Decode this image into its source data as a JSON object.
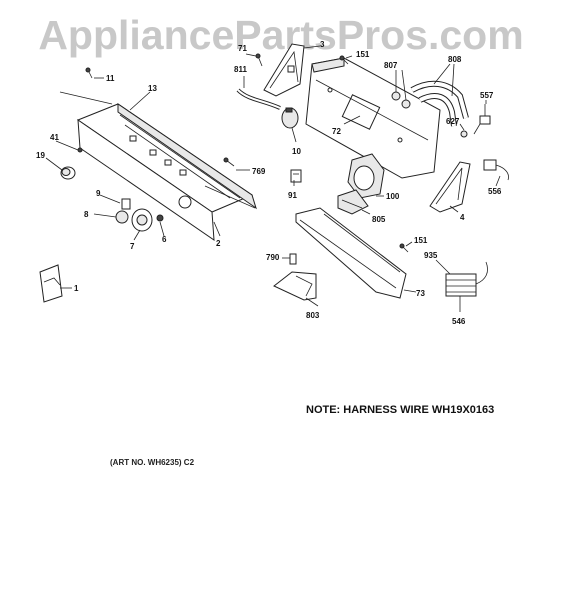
{
  "watermark": "AppliancePartsPros.com",
  "note": "NOTE: HARNESS WIRE WH19X0163",
  "art_no": "(ART NO. WH6235) C2",
  "callouts": [
    "11",
    "13",
    "41",
    "19",
    "9",
    "8",
    "7",
    "6",
    "2",
    "769",
    "1",
    "71",
    "811",
    "3",
    "151",
    "10",
    "91",
    "72",
    "807",
    "808",
    "557",
    "627",
    "100",
    "805",
    "4",
    "556",
    "151",
    "935",
    "790",
    "73",
    "803",
    "546"
  ],
  "colors": {
    "watermark": "#c8c8c8",
    "line": "#222222",
    "background": "#ffffff"
  }
}
